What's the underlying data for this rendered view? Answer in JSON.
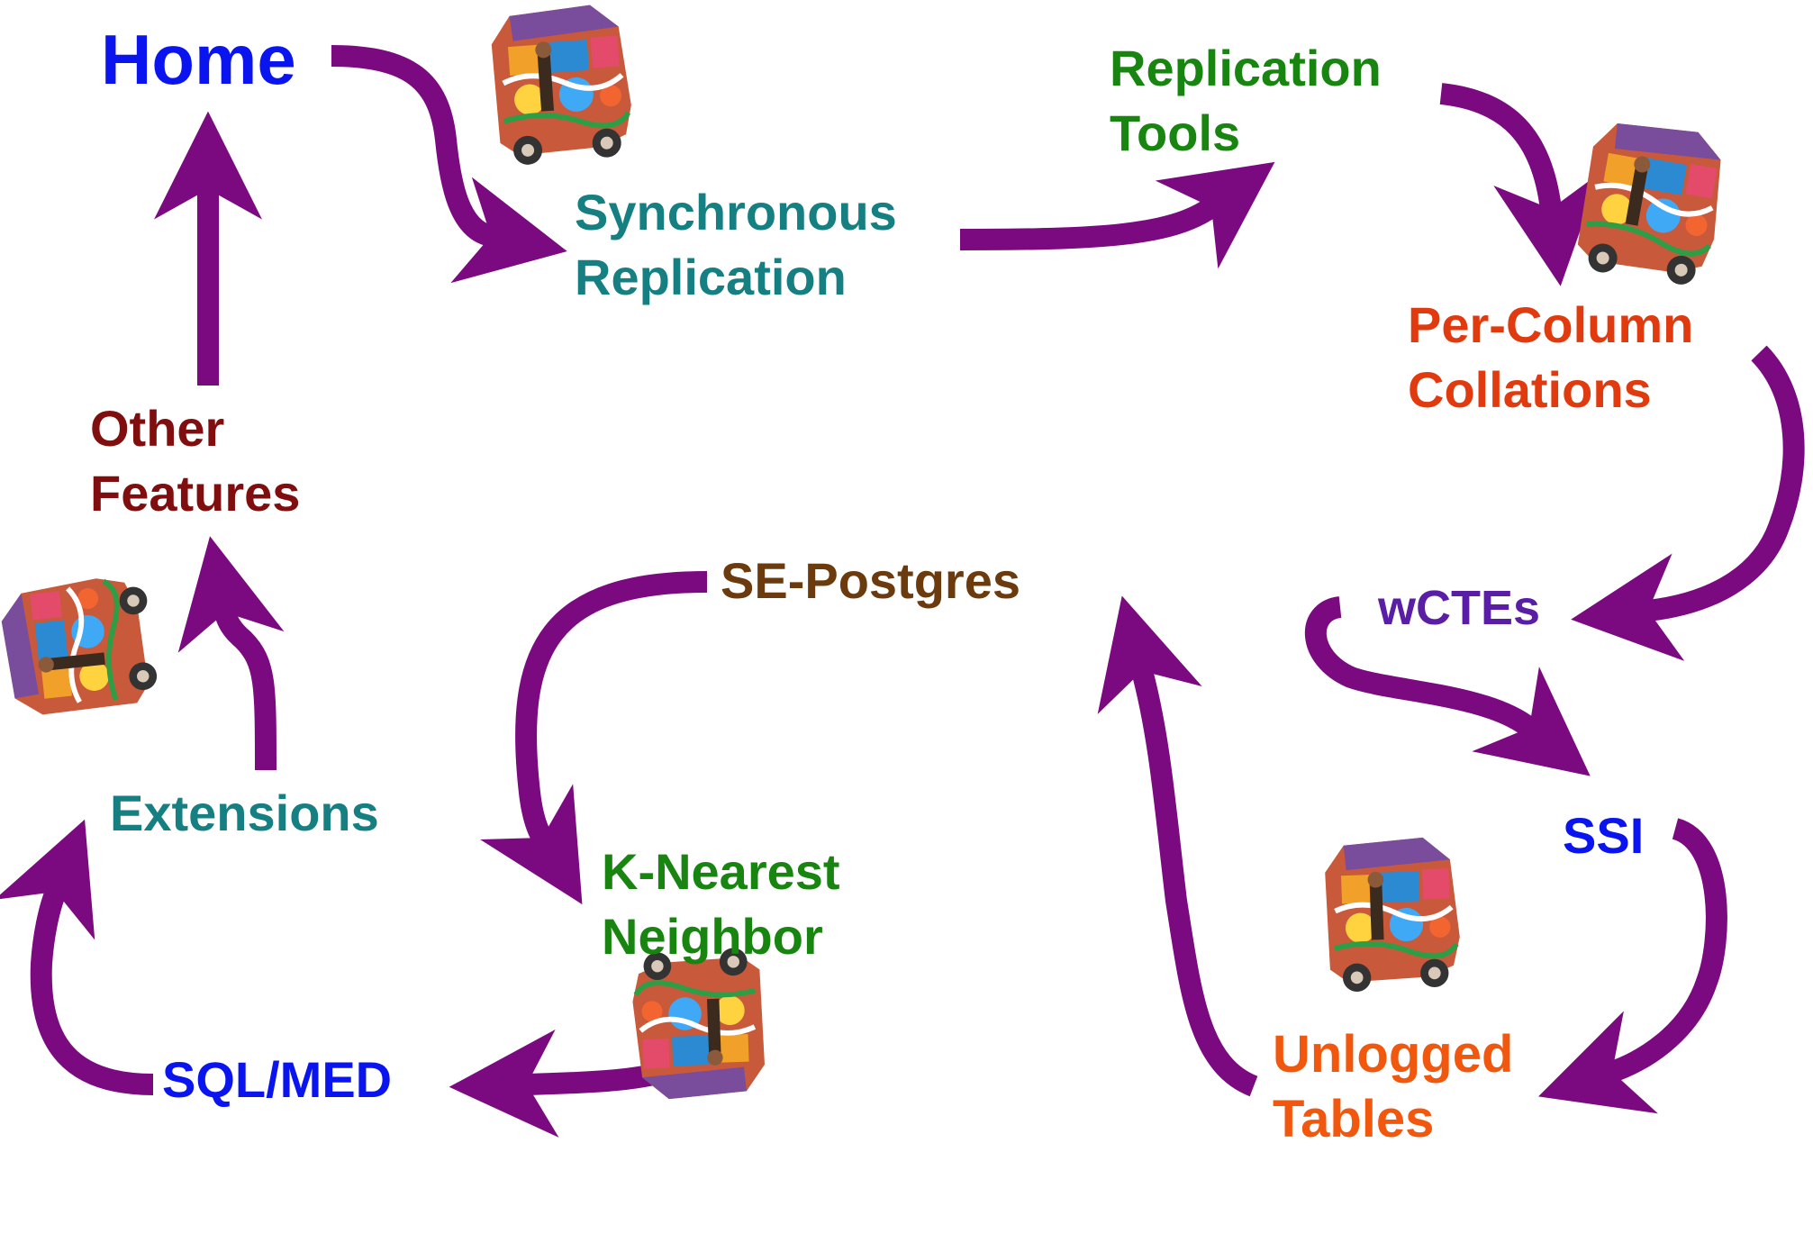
{
  "colors": {
    "arrow": "#7b0a80",
    "blue": "#0a14ee",
    "teal": "#157f82",
    "green": "#17850f",
    "red": "#e03a0e",
    "maroon": "#800e0e",
    "purple": "#5a1da6",
    "brown": "#6b3b0e",
    "orange": "#f2570e"
  },
  "icons": [
    "painted-bus-icon"
  ],
  "nodes": {
    "home": {
      "lines": [
        "Home"
      ]
    },
    "synchronous_replication": {
      "lines": [
        "Synchronous",
        "Replication"
      ]
    },
    "replication_tools": {
      "lines": [
        "Replication",
        "Tools"
      ]
    },
    "per_column_collations": {
      "lines": [
        "Per-Column",
        "Collations"
      ]
    },
    "wctes": {
      "lines": [
        "wCTEs"
      ]
    },
    "ssi": {
      "lines": [
        "SSI"
      ]
    },
    "unlogged_tables": {
      "lines": [
        "Unlogged",
        "Tables"
      ]
    },
    "se_postgres": {
      "lines": [
        "SE-Postgres"
      ]
    },
    "k_nearest_neighbor": {
      "lines": [
        "K-Nearest",
        "Neighbor"
      ]
    },
    "sql_med": {
      "lines": [
        "SQL/MED"
      ]
    },
    "extensions": {
      "lines": [
        "Extensions"
      ]
    },
    "other_features": {
      "lines": [
        "Other",
        "Features"
      ]
    }
  }
}
